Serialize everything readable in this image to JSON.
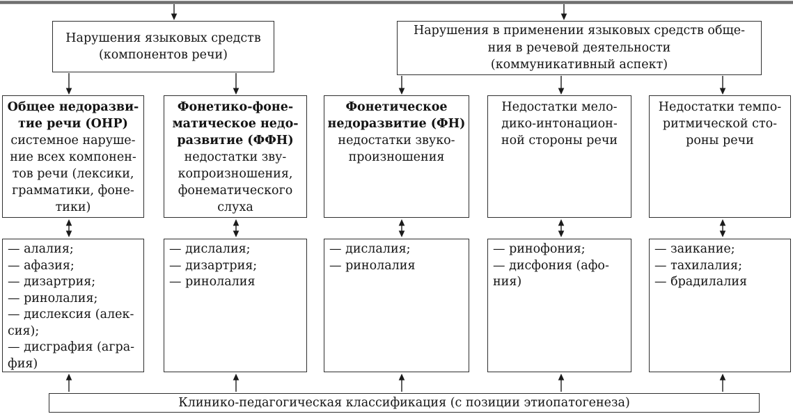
{
  "top_row": {
    "left_box": "Нарушения языковых средств\n(компонентов речи)",
    "right_box": "Нарушения в применении языковых средств обще-\nния в речевой деятельности\n(коммуникативный аспект)"
  },
  "columns": [
    {
      "title": "Общее недоразви-\nтие речи (ОНР)",
      "description": "системное наруше-\nние всех компонен-\nтов речи (лексики,\nграмматики, фоне-\nтики)",
      "disorders": "— алалия;\n— афазия;\n— дизартрия;\n— ринолалия;\n— дислексия (алек-\nсия);\n— дисграфия (агра-\nфия)"
    },
    {
      "title": "Фонетико-фоне-\nматическое недо-\nразвитие (ФФН)",
      "description": "недостатки зву-\nкопроизношения,\nфонематического\nслуха",
      "disorders": "— дислалия;\n— дизартрия;\n— ринолалия"
    },
    {
      "title": "Фонетическое\nнедоразвитие (ФН)",
      "description": "недостатки звуко-\nпроизношения",
      "disorders": "— дислалия;\n— ринолалия"
    },
    {
      "title": "",
      "description": "Недостатки мело-\nдико-интонацион-\nной стороны речи",
      "disorders": "— ринофония;\n— дисфония (афо-\nния)"
    },
    {
      "title": "",
      "description": "Недостатки темпо-\nритмической сто-\nроны речи",
      "disorders": "— заикание;\n— тахилалия;\n— брадилалия"
    }
  ],
  "footer": "Клинико-педагогическая классификация (с позиции этиопатогенеза)",
  "colors": {
    "line": "#1b1b1b",
    "border": "#2e2e2e",
    "top_rule": "#6f6f6f"
  }
}
